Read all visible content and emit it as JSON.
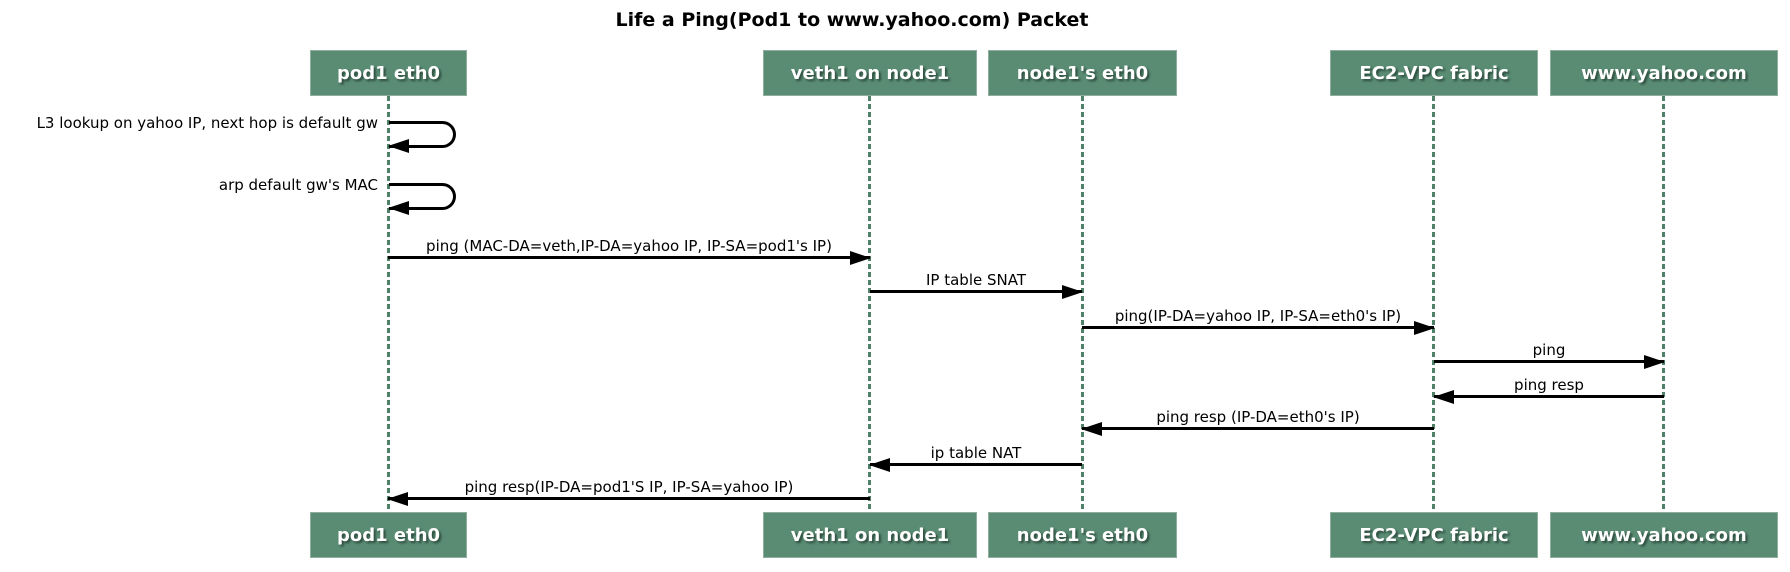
{
  "title": "Life a Ping(Pod1 to www.yahoo.com) Packet",
  "diagram_type": "sequence-diagram",
  "colors": {
    "participant_fill": "#5A8C74",
    "participant_border": "#8FAE9D",
    "participant_text": "#ffffff",
    "lifeline": "#4F8169",
    "arrow": "#000000",
    "background": "#ffffff"
  },
  "participants": [
    {
      "label": "pod1 eth0"
    },
    {
      "label": "veth1 on node1"
    },
    {
      "label": "node1's eth0"
    },
    {
      "label": "EC2-VPC fabric"
    },
    {
      "label": "www.yahoo.com"
    }
  ],
  "messages": [
    {
      "type": "self",
      "from": "pod1 eth0",
      "to": "pod1 eth0",
      "label": "L3 lookup on yahoo IP, next hop is default gw"
    },
    {
      "type": "self",
      "from": "pod1 eth0",
      "to": "pod1 eth0",
      "label": "arp default gw's MAC"
    },
    {
      "type": "arrow",
      "from": "pod1 eth0",
      "to": "veth1 on node1",
      "label": "ping (MAC-DA=veth,IP-DA=yahoo IP, IP-SA=pod1's IP)"
    },
    {
      "type": "arrow",
      "from": "veth1 on node1",
      "to": "node1's eth0",
      "label": "IP table SNAT"
    },
    {
      "type": "arrow",
      "from": "node1's eth0",
      "to": "EC2-VPC fabric",
      "label": "ping(IP-DA=yahoo IP, IP-SA=eth0's IP)"
    },
    {
      "type": "arrow",
      "from": "EC2-VPC fabric",
      "to": "www.yahoo.com",
      "label": "ping"
    },
    {
      "type": "arrow",
      "from": "www.yahoo.com",
      "to": "EC2-VPC fabric",
      "label": "ping resp"
    },
    {
      "type": "arrow",
      "from": "EC2-VPC fabric",
      "to": "node1's eth0",
      "label": "ping resp (IP-DA=eth0's IP)"
    },
    {
      "type": "arrow",
      "from": "node1's eth0",
      "to": "veth1 on node1",
      "label": "ip table NAT"
    },
    {
      "type": "arrow",
      "from": "veth1 on node1",
      "to": "pod1 eth0",
      "label": "ping resp(IP-DA=pod1'S IP, IP-SA=yahoo IP)"
    }
  ]
}
